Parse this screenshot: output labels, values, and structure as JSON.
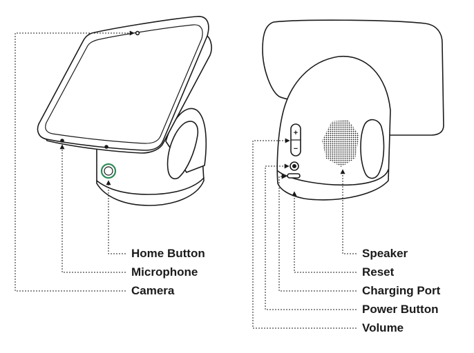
{
  "colors": {
    "ink": "#1a1a1a",
    "home_button_ring": "#2e8b57",
    "background": "#ffffff"
  },
  "front_view": {
    "labels": {
      "home_button": "Home Button",
      "microphone": "Microphone",
      "camera": "Camera"
    }
  },
  "back_view": {
    "labels": {
      "speaker": "Speaker",
      "reset": "Reset",
      "charging_port": "Charging Port",
      "power_button": "Power Button",
      "volume": "Volume"
    },
    "volume_glyphs": {
      "plus": "+",
      "minus": "−"
    }
  }
}
